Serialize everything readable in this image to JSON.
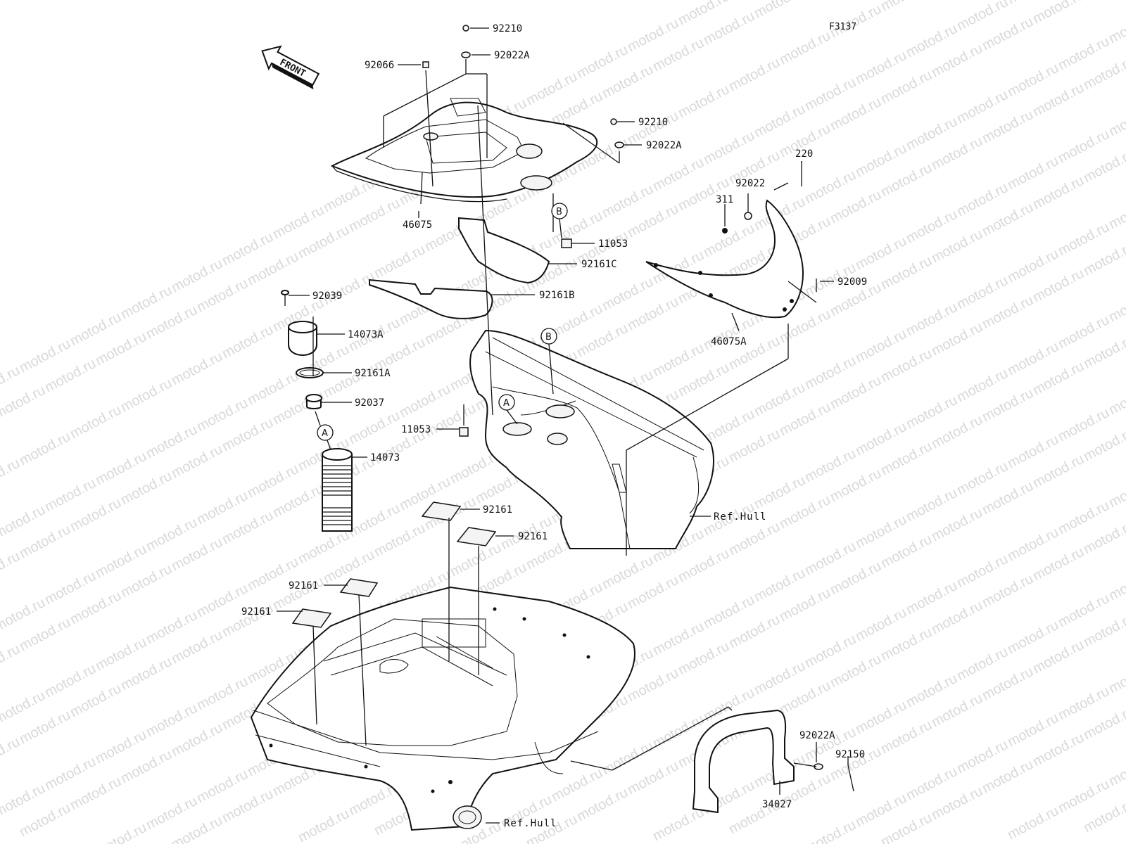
{
  "figure_code": "F3137",
  "front_arrow_label": "FRONT",
  "watermark_text": "motod.ru",
  "markers": {
    "a": "A",
    "b": "B"
  },
  "labels": {
    "p92210_top": "92210",
    "p92022A_top": "92022A",
    "p92066": "92066",
    "p46075": "46075",
    "p92210_right": "92210",
    "p92022A_right": "92022A",
    "p11053_top": "11053",
    "p92161C": "92161C",
    "p92161B": "92161B",
    "p92039": "92039",
    "p14073A": "14073A",
    "p92161A": "92161A",
    "p92037": "92037",
    "p14073": "14073",
    "p11053_mid": "11053",
    "p220": "220",
    "p92022": "92022",
    "p311": "311",
    "p92009": "92009",
    "p46075A": "46075A",
    "ref_hull_mid": "Ref.Hull",
    "p92161_a": "92161",
    "p92161_b": "92161",
    "p92161_c": "92161",
    "p92161_d": "92161",
    "p92022A_bottom": "92022A",
    "p92150": "92150",
    "p34027": "34027",
    "ref_hull_bottom": "Ref.Hull"
  }
}
